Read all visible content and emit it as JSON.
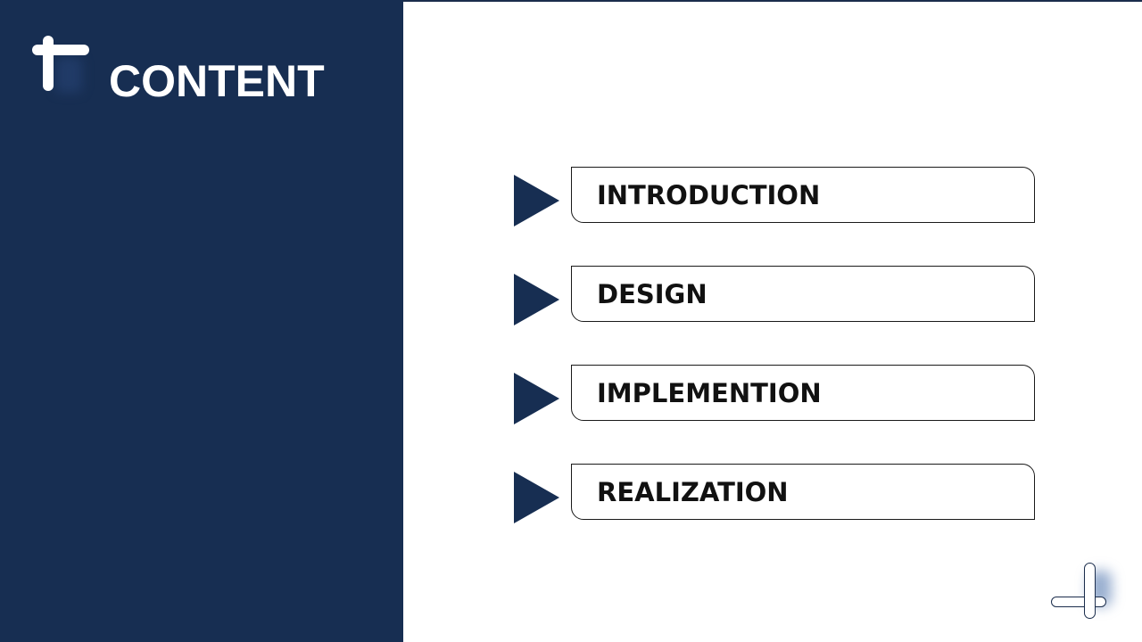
{
  "slide": {
    "title": "CONTENT",
    "items": [
      {
        "label": "INTRODUCTION",
        "icon": "triangle-arrow-icon"
      },
      {
        "label": "DESIGN",
        "icon": "triangle-arrow-icon"
      },
      {
        "label": "IMPLEMENTION",
        "icon": "triangle-arrow-icon"
      },
      {
        "label": "REALIZATION",
        "icon": "triangle-arrow-icon"
      }
    ],
    "decorations": {
      "top_left": "cross-bar-icon",
      "bottom_right": "cross-bar-icon"
    }
  },
  "colors": {
    "panel": "#172e52",
    "background": "#ffffff",
    "text_dark": "#111111",
    "title_text": "#ffffff"
  }
}
